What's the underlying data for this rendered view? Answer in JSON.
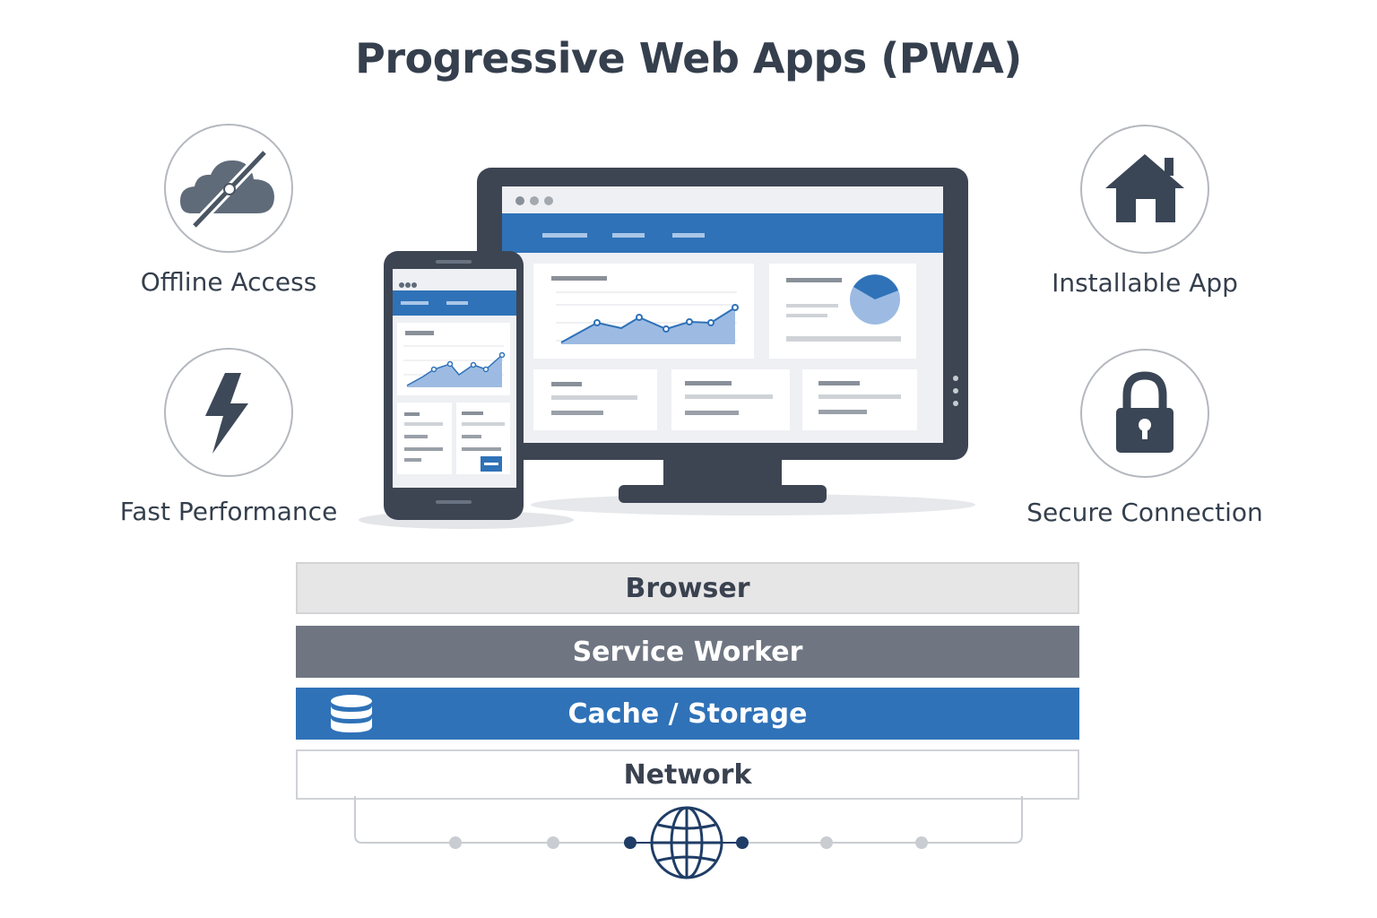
{
  "title": "Progressive Web Apps (PWA)",
  "features": {
    "offline": {
      "label": "Offline Access",
      "icon": "cloud-offline-icon"
    },
    "fast": {
      "label": "Fast Performance",
      "icon": "lightning-bolt-icon"
    },
    "installable": {
      "label": "Installable App",
      "icon": "house-icon"
    },
    "secure": {
      "label": "Secure Connection",
      "icon": "padlock-icon"
    }
  },
  "layers": {
    "browser": "Browser",
    "service_worker": "Service Worker",
    "cache_storage": "Cache / Storage",
    "network": "Network"
  },
  "colors": {
    "accent_blue": "#2f72b8",
    "dark_slate": "#3a4656",
    "service_worker_gray": "#6f7682",
    "browser_gray": "#e6e6e7"
  }
}
